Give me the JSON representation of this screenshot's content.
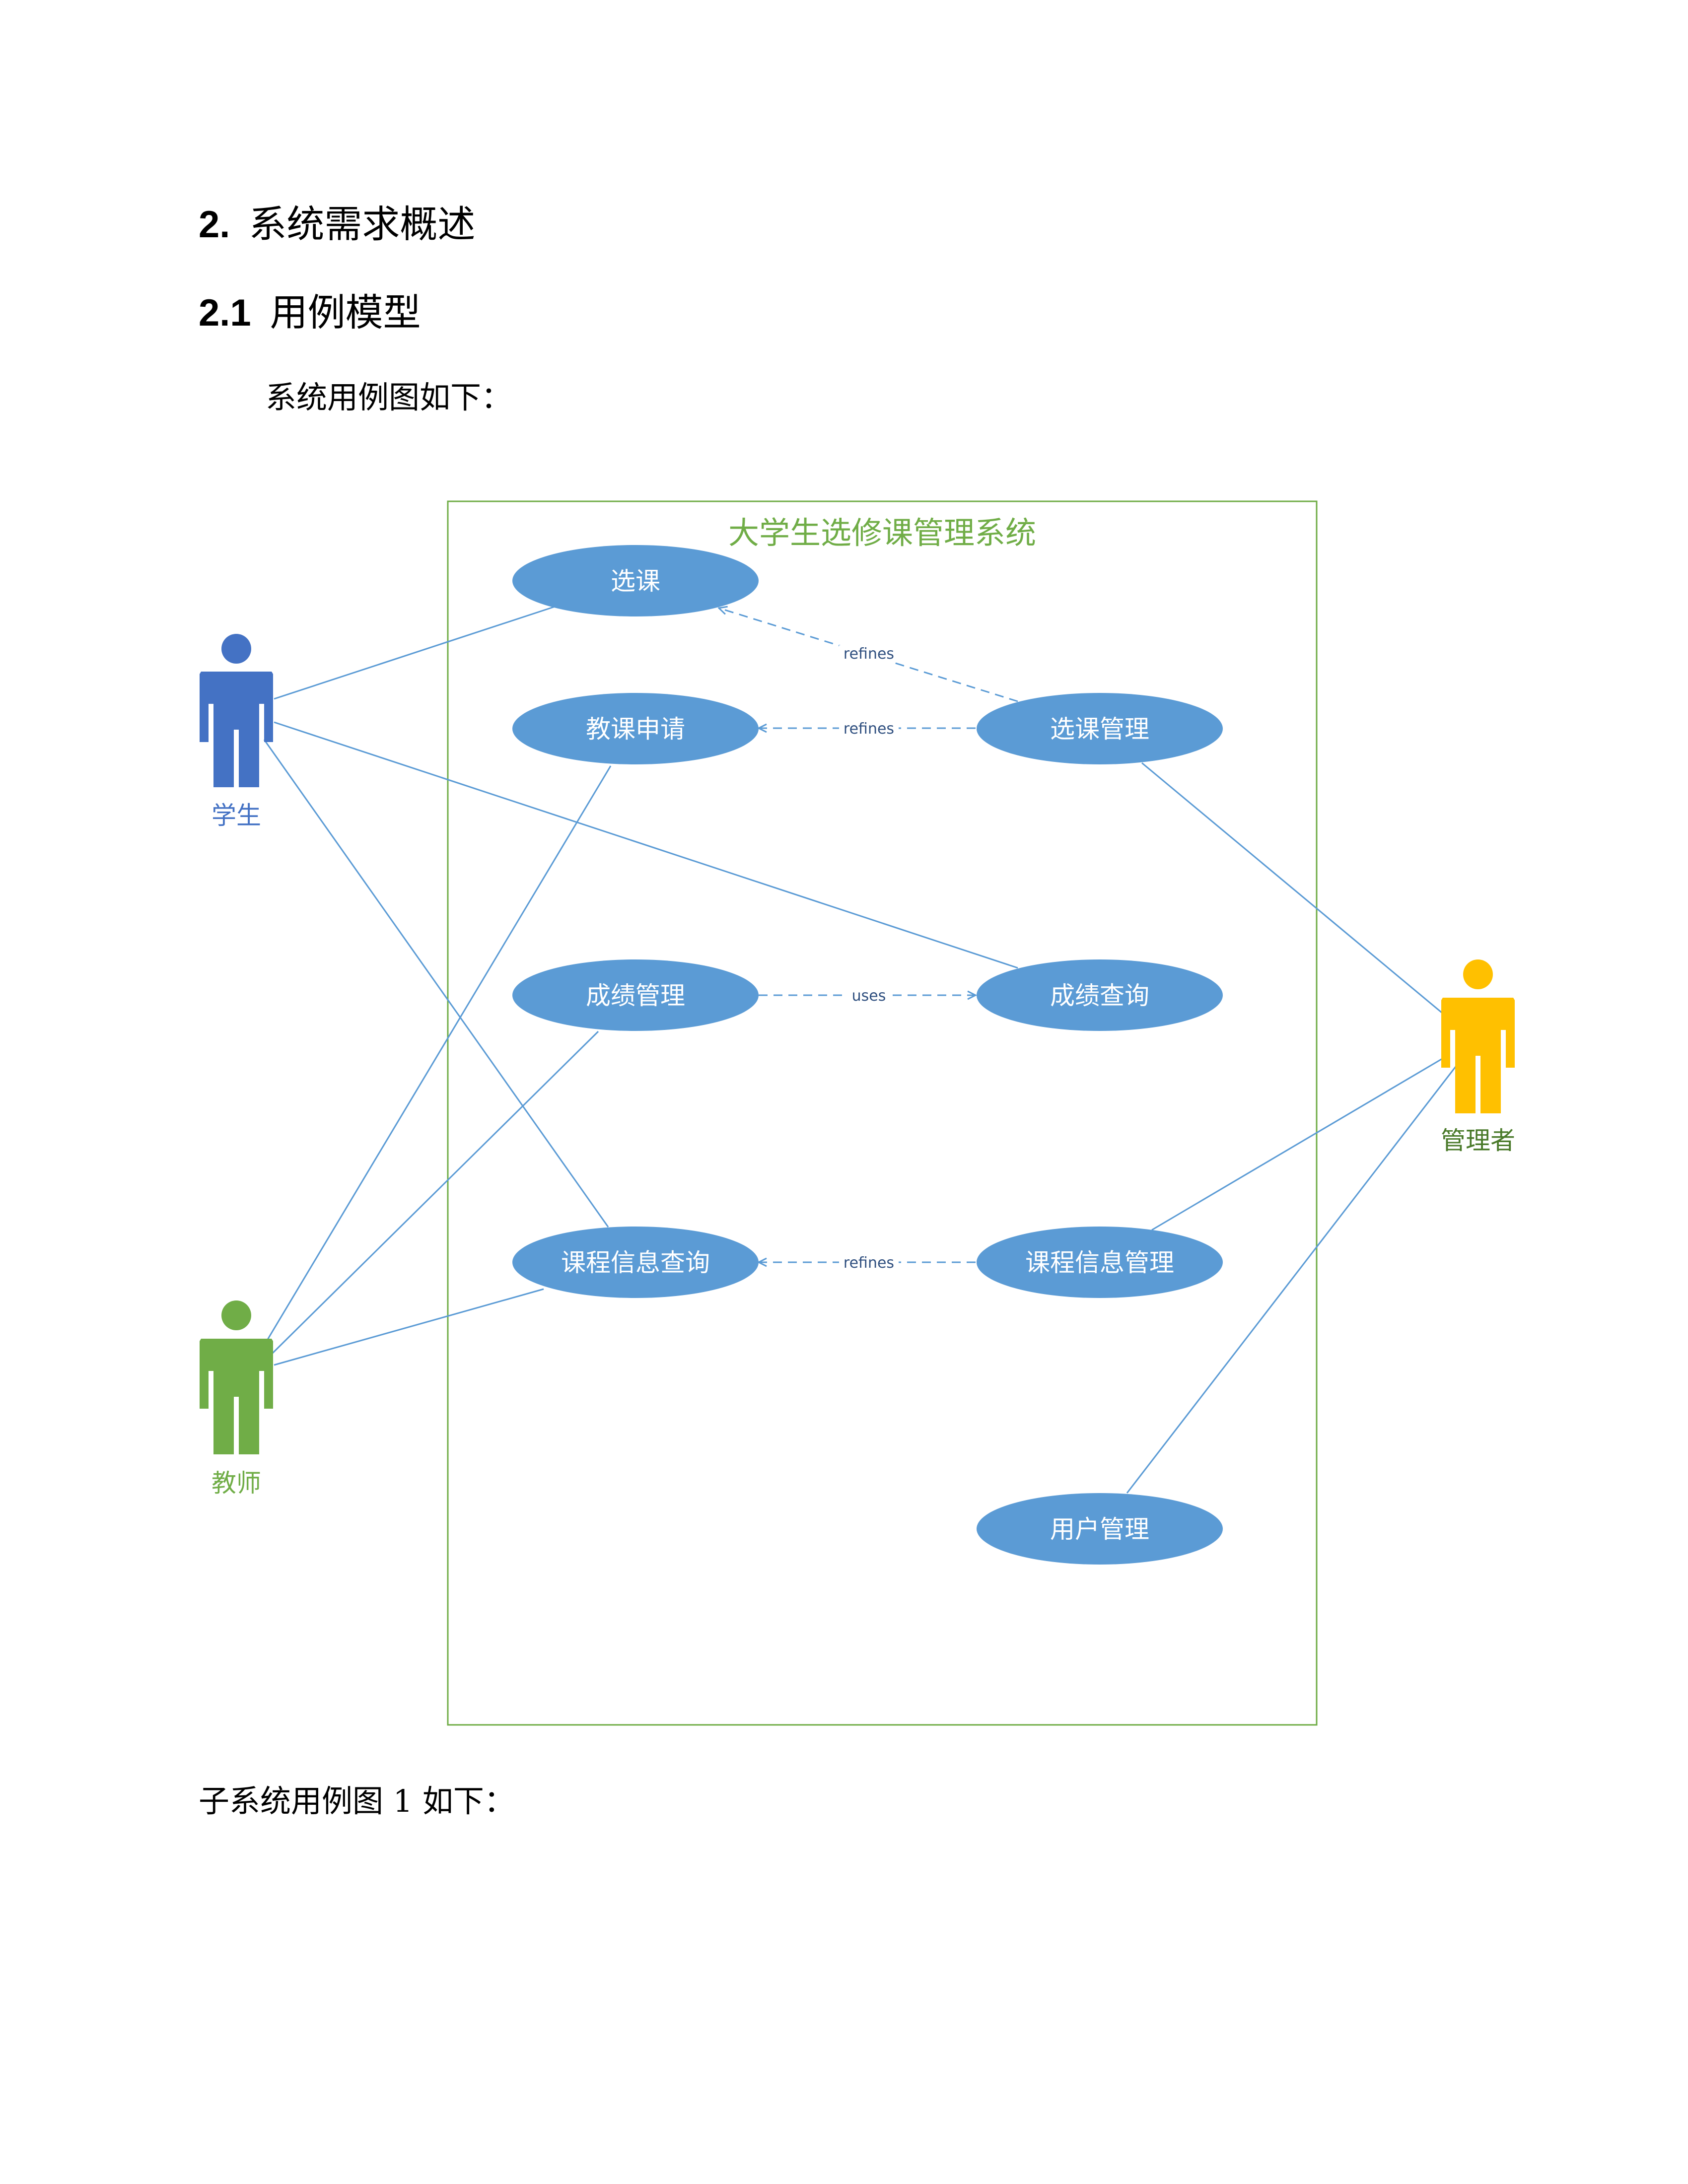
{
  "headings": [
    {
      "number": "2.",
      "text": "系统需求概述"
    },
    {
      "number": "2.1",
      "text": "用例模型"
    }
  ],
  "paragraphs": {
    "intro": "系统用例图如下：",
    "next": "子系统用例图 1 如下："
  },
  "diagram": {
    "system_title": "大学生选修课管理系统",
    "actors": {
      "student": {
        "label": "学生",
        "color": "#4472c4"
      },
      "teacher": {
        "label": "教师",
        "color": "#70ad47"
      },
      "admin": {
        "label": "管理者",
        "color": "#ffc000"
      }
    },
    "use_cases": {
      "xuanke": "选课",
      "jiaoke": "教课申请",
      "chengji_mgmt": "成绩管理",
      "kecheng_query": "课程信息查询",
      "xuanke_mgmt": "选课管理",
      "chengji_query": "成绩查询",
      "kecheng_mgmt": "课程信息管理",
      "user_mgmt": "用户管理"
    },
    "relations": {
      "refines_1": "refines",
      "refines_2": "refines",
      "uses": "uses",
      "refines_3": "refines"
    },
    "colors": {
      "use_case_fill": "#5b9bd5",
      "line": "#5b9bd5",
      "boundary": "#70ad47"
    }
  }
}
